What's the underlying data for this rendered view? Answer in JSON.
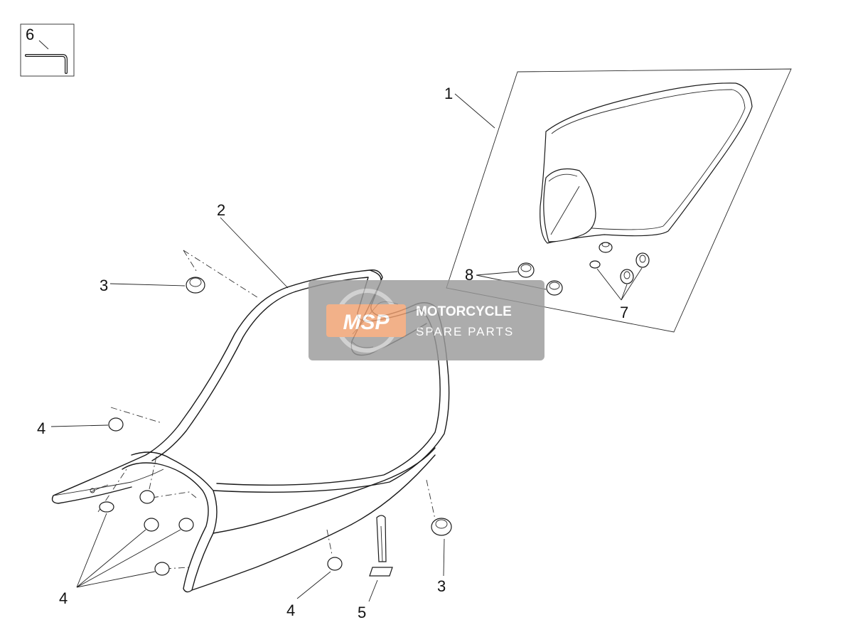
{
  "callouts": {
    "c1": "1",
    "c2": "2",
    "c3a": "3",
    "c3b": "3",
    "c4a": "4",
    "c4b": "4",
    "c4c": "4",
    "c5": "5",
    "c6": "6",
    "c7": "7",
    "c8": "8"
  },
  "watermark": {
    "logo": "MSP",
    "line1": "MOTORCYCLE",
    "line2": "SPARE PARTS",
    "colors": {
      "panel": "#9a9a9a",
      "badge": "#f0a070"
    }
  },
  "icons": {
    "tool": "allen-key-icon"
  }
}
